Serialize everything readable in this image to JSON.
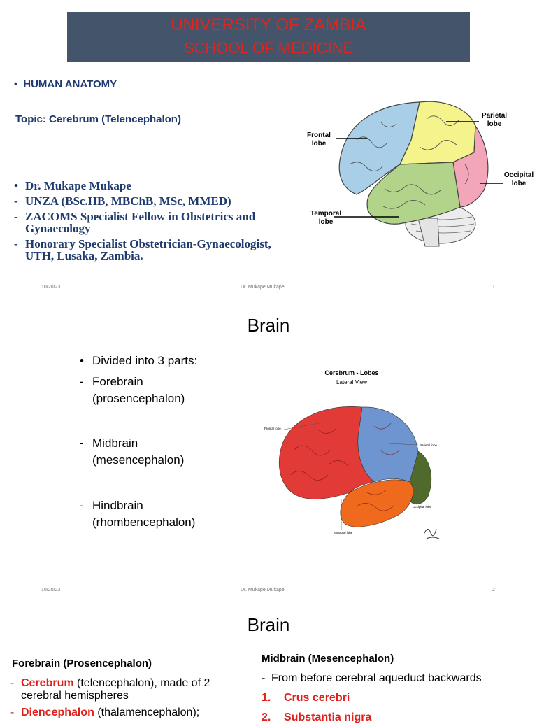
{
  "slide1": {
    "banner_line1": "UNIVERSITY OF ZAMBIA",
    "banner_line2": "SCHOOL OF MEDICINE",
    "bullet_mark": "•",
    "subject": "HUMAN ANATOMY",
    "topic": "Topic: Cerebrum (Telencephalon)",
    "credits": [
      {
        "mark": "•",
        "text": "Dr. Mukape Mukape"
      },
      {
        "mark": "-",
        "text": "UNZA (BSc.HB, MBChB, MSc, MMED)"
      },
      {
        "mark": "-",
        "text": "ZACOMS Specialist Fellow in Obstetrics and Gynaecology"
      },
      {
        "mark": "-",
        "text": "Honorary Specialist Obstetrician-Gynaecologist, UTH, Lusaka, Zambia."
      }
    ],
    "figure_labels": {
      "frontal": [
        "Frontal",
        "lobe"
      ],
      "parietal": [
        "Parietal",
        "lobe"
      ],
      "occipital": [
        "Occipital",
        "lobe"
      ],
      "temporal": [
        "Temporal",
        "lobe"
      ]
    },
    "lobe_colors": {
      "frontal": "#a9cfe8",
      "parietal": "#f4f38c",
      "occipital": "#f2a6b8",
      "temporal": "#b2d48a"
    },
    "footer": {
      "date": "10/20/23",
      "author": "Dr. Mukape Mukape",
      "page": "1"
    }
  },
  "slide2": {
    "title": "Brain",
    "bullets": [
      {
        "mark": "•",
        "lines": [
          "Divided into 3 parts:"
        ]
      },
      {
        "mark": "-",
        "lines": [
          "Forebrain",
          "(prosencephalon)"
        ]
      },
      {
        "mark": "-",
        "lines": [
          "Midbrain",
          "(mesencephalon)"
        ]
      },
      {
        "mark": "-",
        "lines": [
          "Hindbrain",
          "(rhombencephalon)"
        ]
      }
    ],
    "figure": {
      "title": "Cerebrum - Lobes",
      "subtitle": "Lateral View",
      "labels": {
        "frontal": "Frontal lobe",
        "parietal": "Parietal lobe",
        "occipital": "Occipital lobe",
        "temporal": "Temporal lobe"
      },
      "lobe_colors": {
        "frontal": "#e23a36",
        "parietal": "#6e95cf",
        "occipital": "#4f6a2a",
        "temporal": "#f06a1e"
      }
    },
    "footer": {
      "date": "10/20/23",
      "author": "Dr. Mukape Mukape",
      "page": "2"
    }
  },
  "slide3": {
    "title": "Brain",
    "left": {
      "heading": "Forebrain (Prosencephalon)",
      "items": [
        {
          "mark": "-",
          "highlight": "Cerebrum",
          "rest": " (telencephalon), made of 2",
          "line2": "cerebral hemispheres"
        },
        {
          "mark": "-",
          "highlight": "Diencephalon",
          "rest": " (thalamencephalon);"
        }
      ]
    },
    "right": {
      "heading": "Midbrain (Mesencephalon)",
      "intro_mark": "-",
      "intro": "From before cerebral aqueduct backwards",
      "items": [
        {
          "num": "1.",
          "text": "Crus cerebri"
        },
        {
          "num": "2.",
          "text": "Substantia nigra"
        }
      ]
    }
  }
}
